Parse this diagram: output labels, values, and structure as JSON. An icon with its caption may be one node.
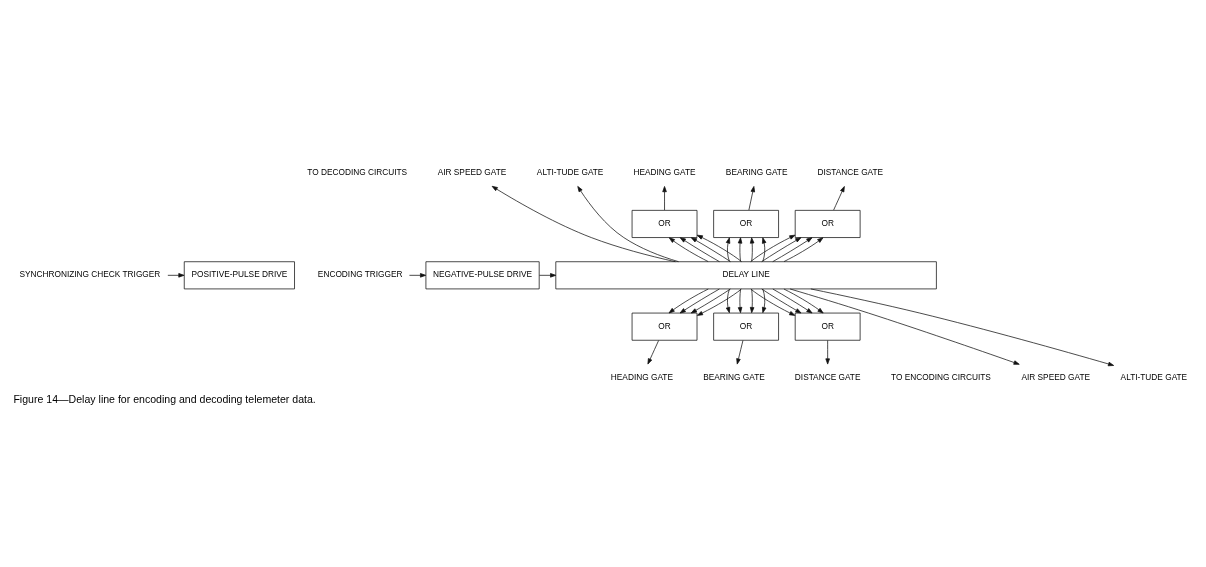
{
  "diagram": {
    "caption": "Figure 14—Delay line for encoding and decoding telemeter data.",
    "nodes": [
      {
        "text": [
          "SYNCHRONIZING CHECK TRIGGER"
        ]
      },
      {
        "text": [
          "ENCODING TRIGGER"
        ]
      },
      {
        "text": [
          "POSITIVE-PULSE DRIVE"
        ]
      },
      {
        "text": [
          "NEGATIVE-PULSE DRIVE"
        ]
      },
      {
        "text": [
          "DELAY LINE"
        ]
      },
      {
        "text": [
          "AIR SPEED GATE"
        ]
      },
      {
        "text": [
          "ALTI-TUDE GATE"
        ]
      },
      {
        "text": [
          "HEADING GATE"
        ]
      },
      {
        "text": [
          "BEARING GATE"
        ]
      },
      {
        "text": [
          "DISTANCE GATE"
        ]
      },
      {
        "text": [
          "OR"
        ]
      },
      {
        "text": [
          "OR"
        ]
      },
      {
        "text": [
          "OR"
        ]
      },
      {
        "text": [
          "OR"
        ]
      },
      {
        "text": [
          "OR"
        ]
      },
      {
        "text": [
          "OR"
        ]
      },
      {
        "text": [
          "AIR SPEED GATE"
        ]
      },
      {
        "text": [
          "ALTI-TUDE GATE"
        ]
      },
      {
        "text": [
          "HEADING GATE"
        ]
      },
      {
        "text": [
          "BEARING GATE"
        ]
      },
      {
        "text": [
          "DISTANCE GATE"
        ]
      }
    ],
    "edges": [
      {
        "from": 0,
        "to": 2,
        "arrow": "to"
      },
      {
        "from": 1,
        "to": 3,
        "arrow": "to"
      },
      {
        "from": 3,
        "to": 4,
        "arrow": "to"
      },
      {
        "from": 4,
        "to": 5,
        "arrow": "to"
      },
      {
        "from": 4,
        "to": 6,
        "arrow": "to"
      },
      {
        "from": 4,
        "to": 10,
        "arrow": "to"
      },
      {
        "from": 4,
        "to": 10,
        "arrow": "to"
      },
      {
        "from": 4,
        "to": 10,
        "arrow": "to"
      },
      {
        "from": 4,
        "to": 10,
        "arrow": "to"
      },
      {
        "from": 10,
        "to": 7,
        "arrow": "to"
      },
      {
        "from": 4,
        "to": 11,
        "arrow": "to"
      },
      {
        "from": 4,
        "to": 11,
        "arrow": "to"
      },
      {
        "from": 4,
        "to": 11,
        "arrow": "to"
      },
      {
        "from": 4,
        "to": 11,
        "arrow": "to"
      },
      {
        "from": 11,
        "to": 8,
        "arrow": "to"
      },
      {
        "from": 4,
        "to": 12,
        "arrow": "to"
      },
      {
        "from": 4,
        "to": 12,
        "arrow": "to"
      },
      {
        "from": 4,
        "to": 12,
        "arrow": "to"
      },
      {
        "from": 4,
        "to": 12,
        "arrow": "to"
      },
      {
        "from": 12,
        "to": 9,
        "arrow": "to"
      },
      {
        "from": 4,
        "to": 16,
        "arrow": "to"
      },
      {
        "from": 4,
        "to": 17,
        "arrow": "to"
      },
      {
        "from": 4,
        "to": 13,
        "arrow": "to"
      },
      {
        "from": 4,
        "to": 13,
        "arrow": "to"
      },
      {
        "from": 4,
        "to": 13,
        "arrow": "to"
      },
      {
        "from": 4,
        "to": 13,
        "arrow": "to"
      },
      {
        "from": 13,
        "to": 18,
        "arrow": "to"
      },
      {
        "from": 4,
        "to": 14,
        "arrow": "to"
      },
      {
        "from": 4,
        "to": 14,
        "arrow": "to"
      },
      {
        "from": 4,
        "to": 14,
        "arrow": "to"
      },
      {
        "from": 4,
        "to": 14,
        "arrow": "to"
      },
      {
        "from": 14,
        "to": 19,
        "arrow": "to"
      },
      {
        "from": 4,
        "to": 15,
        "arrow": "to"
      },
      {
        "from": 4,
        "to": 15,
        "arrow": "to"
      },
      {
        "from": 4,
        "to": 15,
        "arrow": "to"
      },
      {
        "from": 4,
        "to": 15,
        "arrow": "to"
      },
      {
        "from": 15,
        "to": 20,
        "arrow": "to"
      }
    ],
    "labels": [
      "TO DECODING CIRCUITS",
      "TO ENCODING CIRCUITS"
    ]
  }
}
